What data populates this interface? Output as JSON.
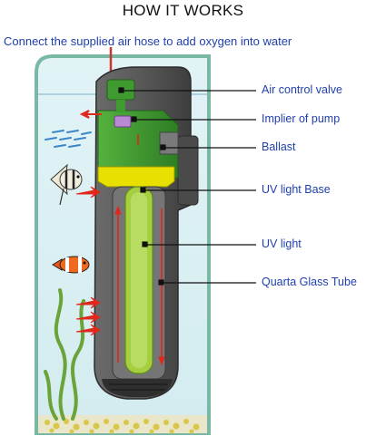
{
  "title": "HOW IT WORKS",
  "subtitle": "Connect the supplied air hose to add oxygen into water",
  "callouts": [
    {
      "key": "air_control_valve",
      "label": "Air control valve"
    },
    {
      "key": "implier_of_pump",
      "label": "Implier of pump"
    },
    {
      "key": "ballast",
      "label": "Ballast"
    },
    {
      "key": "uv_light_base",
      "label": "UV light Base"
    },
    {
      "key": "uv_light",
      "label": "UV light"
    },
    {
      "key": "quartz_glass_tube",
      "label": "Quarta Glass Tube"
    }
  ],
  "colors": {
    "text_blue": "#1f3fae",
    "water": "#d9eef2",
    "tank_frame": "#7ab8a6",
    "filter_body": "#545454",
    "pump_head": "#3f9b2f",
    "uv_base": "#e8e000",
    "uv_tube": "#a6cf3f",
    "flow_arrow": "#e0271b"
  }
}
